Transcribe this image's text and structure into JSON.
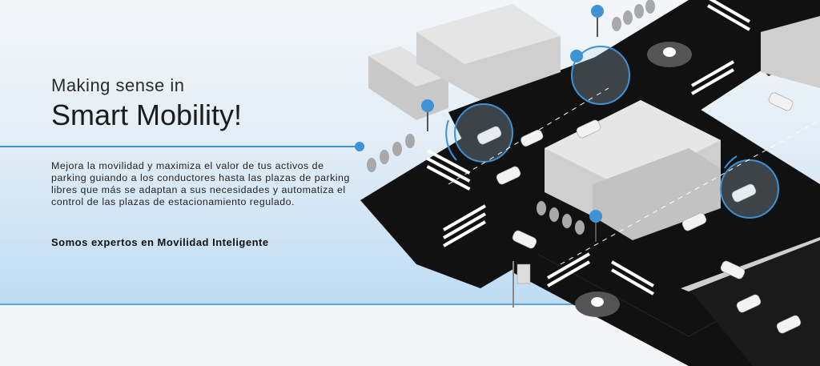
{
  "hero": {
    "eyebrow": "Making sense in",
    "headline": "Smart Mobility!",
    "body": "Mejora la movilidad y maximiza el valor de tus activos de parking guiando a los conductores hasta las plazas de parking libres que más se adaptan a sus necesidades y automatiza el control de las plazas de estacionamiento regulado.",
    "tagline": "Somos expertos en Movilidad Inteligente"
  },
  "colors": {
    "accent": "#3d93d6",
    "road": "#101010",
    "building": "#d4d4d4",
    "background": "#f4f5f6"
  },
  "illustration": {
    "icons": [
      "wifi-sensor-icon",
      "roundabout-icon",
      "parked-car-icon",
      "tree-icon",
      "sensor-ring-icon"
    ]
  }
}
